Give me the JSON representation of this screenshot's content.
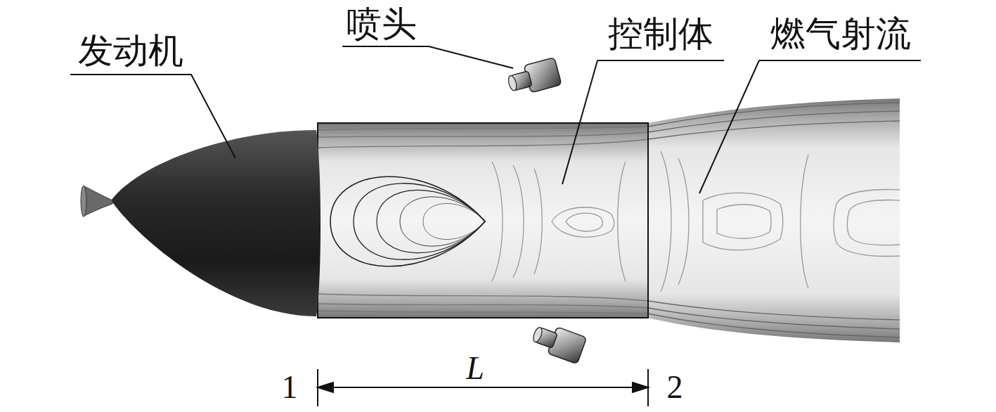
{
  "diagram": {
    "labels": [
      "发动机",
      "喷头",
      "控制体",
      "燃气射流",
      "1",
      "L",
      "2"
    ]
  }
}
